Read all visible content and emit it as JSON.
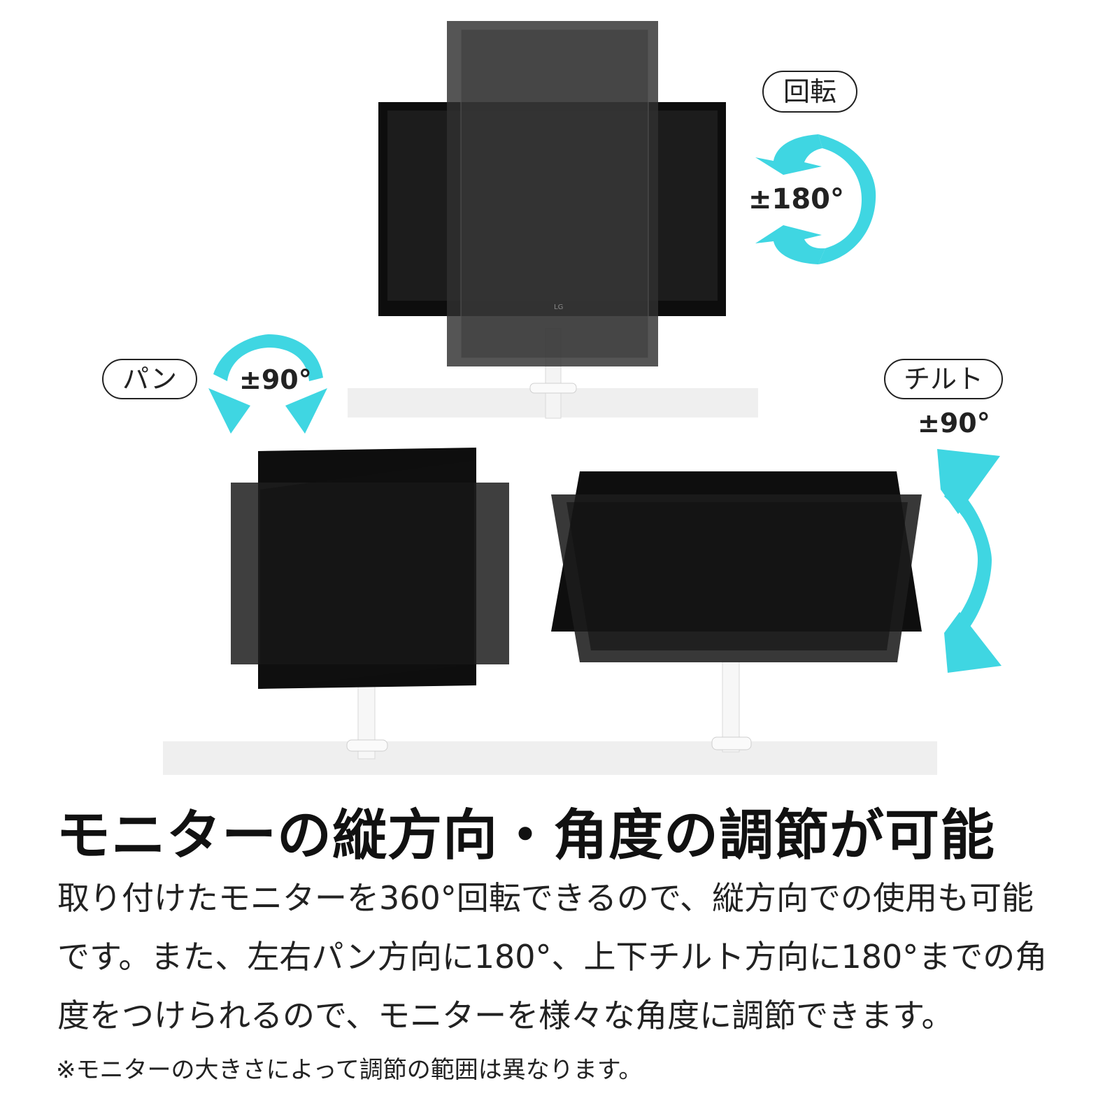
{
  "labels": {
    "rotate": {
      "title": "回転",
      "angle": "±180°"
    },
    "pan": {
      "title": "パン",
      "angle": "±90°"
    },
    "tilt": {
      "title": "チルト",
      "angle": "±90°"
    }
  },
  "monitor_brand": "LG",
  "headline": "モニターの縦方向・角度の調節が可能",
  "body": "取り付けたモニターを360°回転できるので、縦方向での使用も可能です。また、左右パン方向に180°、上下チルト方向に180°までの角度をつけられるので、モニターを様々な角度に調節できます。",
  "note": "※モニターの大きさによって調節の範囲は異なります。",
  "colors": {
    "accent": "#3fd6e2",
    "monitor": "#141414",
    "desk": "#eeeeee"
  }
}
